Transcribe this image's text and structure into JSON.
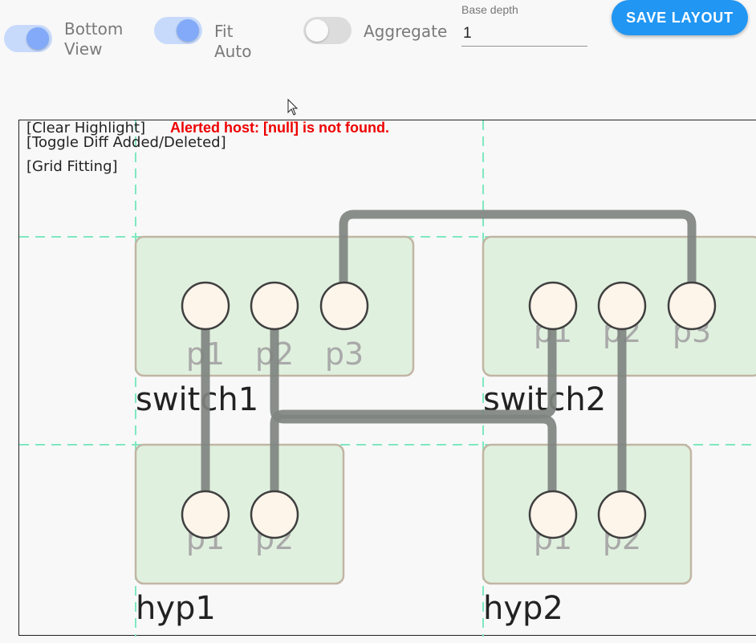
{
  "toolbar": {
    "toggles": [
      {
        "label_line1": "Bottom",
        "label_line2": "View",
        "checked": true
      },
      {
        "label": "Fit Auto",
        "checked": true
      },
      {
        "label": "Aggregate",
        "checked": false
      }
    ],
    "base_depth": {
      "caption": "Base depth",
      "value": "1"
    },
    "save_label": "SAVE LAYOUT"
  },
  "canvas": {
    "links": {
      "clear_highlight": "[Clear Highlight]",
      "toggle_diff": "[Toggle Diff Added/Deleted]",
      "grid_fitting": "[Grid Fitting]"
    },
    "alert": "Alerted host: [null] is not found.",
    "nodes": {
      "switch1": {
        "name": "switch1",
        "ports": [
          "p1",
          "p2",
          "p3"
        ]
      },
      "switch2": {
        "name": "switch2",
        "ports": [
          "p1",
          "p2",
          "p3"
        ]
      },
      "hyp1": {
        "name": "hyp1",
        "ports": [
          "p1",
          "p2"
        ]
      },
      "hyp2": {
        "name": "hyp2",
        "ports": [
          "p1",
          "p2"
        ]
      }
    }
  },
  "colors": {
    "accent": "#2196f3",
    "toggle_on_track": "#c7dafc",
    "toggle_on_thumb": "#82aaf8",
    "toggle_off_track": "#dcdcdc",
    "alert": "#ee0000",
    "grid": "#7fe8bf",
    "node_fill": "#e0f0de",
    "node_stroke": "#c2b5a4",
    "port_fill": "#fdf4ea",
    "link": "#7f8480",
    "port_label": "#a9a9a9"
  },
  "icons": {
    "cursor": "arrow-cursor-icon"
  }
}
